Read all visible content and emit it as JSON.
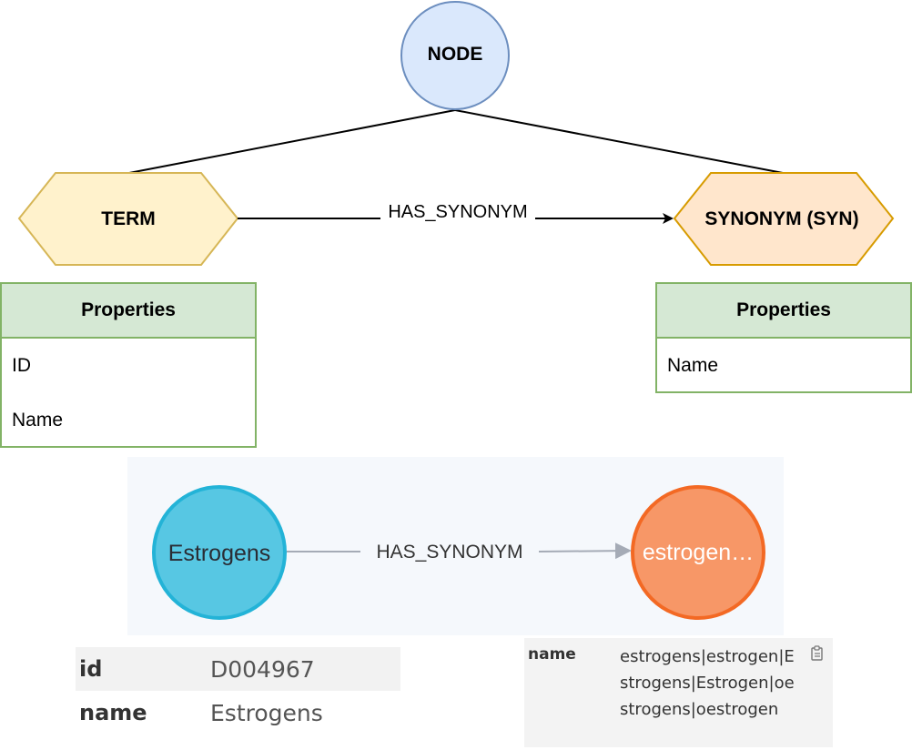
{
  "schema": {
    "node": {
      "label": "NODE",
      "fill": "#dae8fc",
      "stroke": "#6c8ebf"
    },
    "term": {
      "label": "TERM",
      "fill": "#fff2cc",
      "stroke": "#d6b656"
    },
    "synonym": {
      "label": "SYNONYM (SYN)",
      "fill": "#ffe6cc",
      "stroke": "#d79b00"
    },
    "relationship": {
      "label": "HAS_SYNONYM"
    },
    "term_properties": {
      "title": "Properties",
      "rows": [
        "ID",
        "Name"
      ]
    },
    "synonym_properties": {
      "title": "Properties",
      "rows": [
        "Name"
      ]
    },
    "properties_fill": "#d5e8d4",
    "properties_stroke": "#82b366"
  },
  "example": {
    "source_node": {
      "label": "Estrogens",
      "fill": "#57c7e3",
      "stroke": "#23b3d7"
    },
    "target_node": {
      "label": "estrogen…",
      "fill": "#f79767",
      "stroke": "#f36924"
    },
    "relationship": {
      "label": "HAS_SYNONYM",
      "color": "#a5abb6"
    }
  },
  "term_details": {
    "rows": [
      {
        "key": "id",
        "value": "D004967"
      },
      {
        "key": "name",
        "value": "Estrogens"
      }
    ]
  },
  "synonym_details": {
    "key": "name",
    "value": "estrogens|estrogen|Estrogens|Estrogen|oestrogens|oestrogen",
    "copy_icon": "clipboard-icon"
  }
}
